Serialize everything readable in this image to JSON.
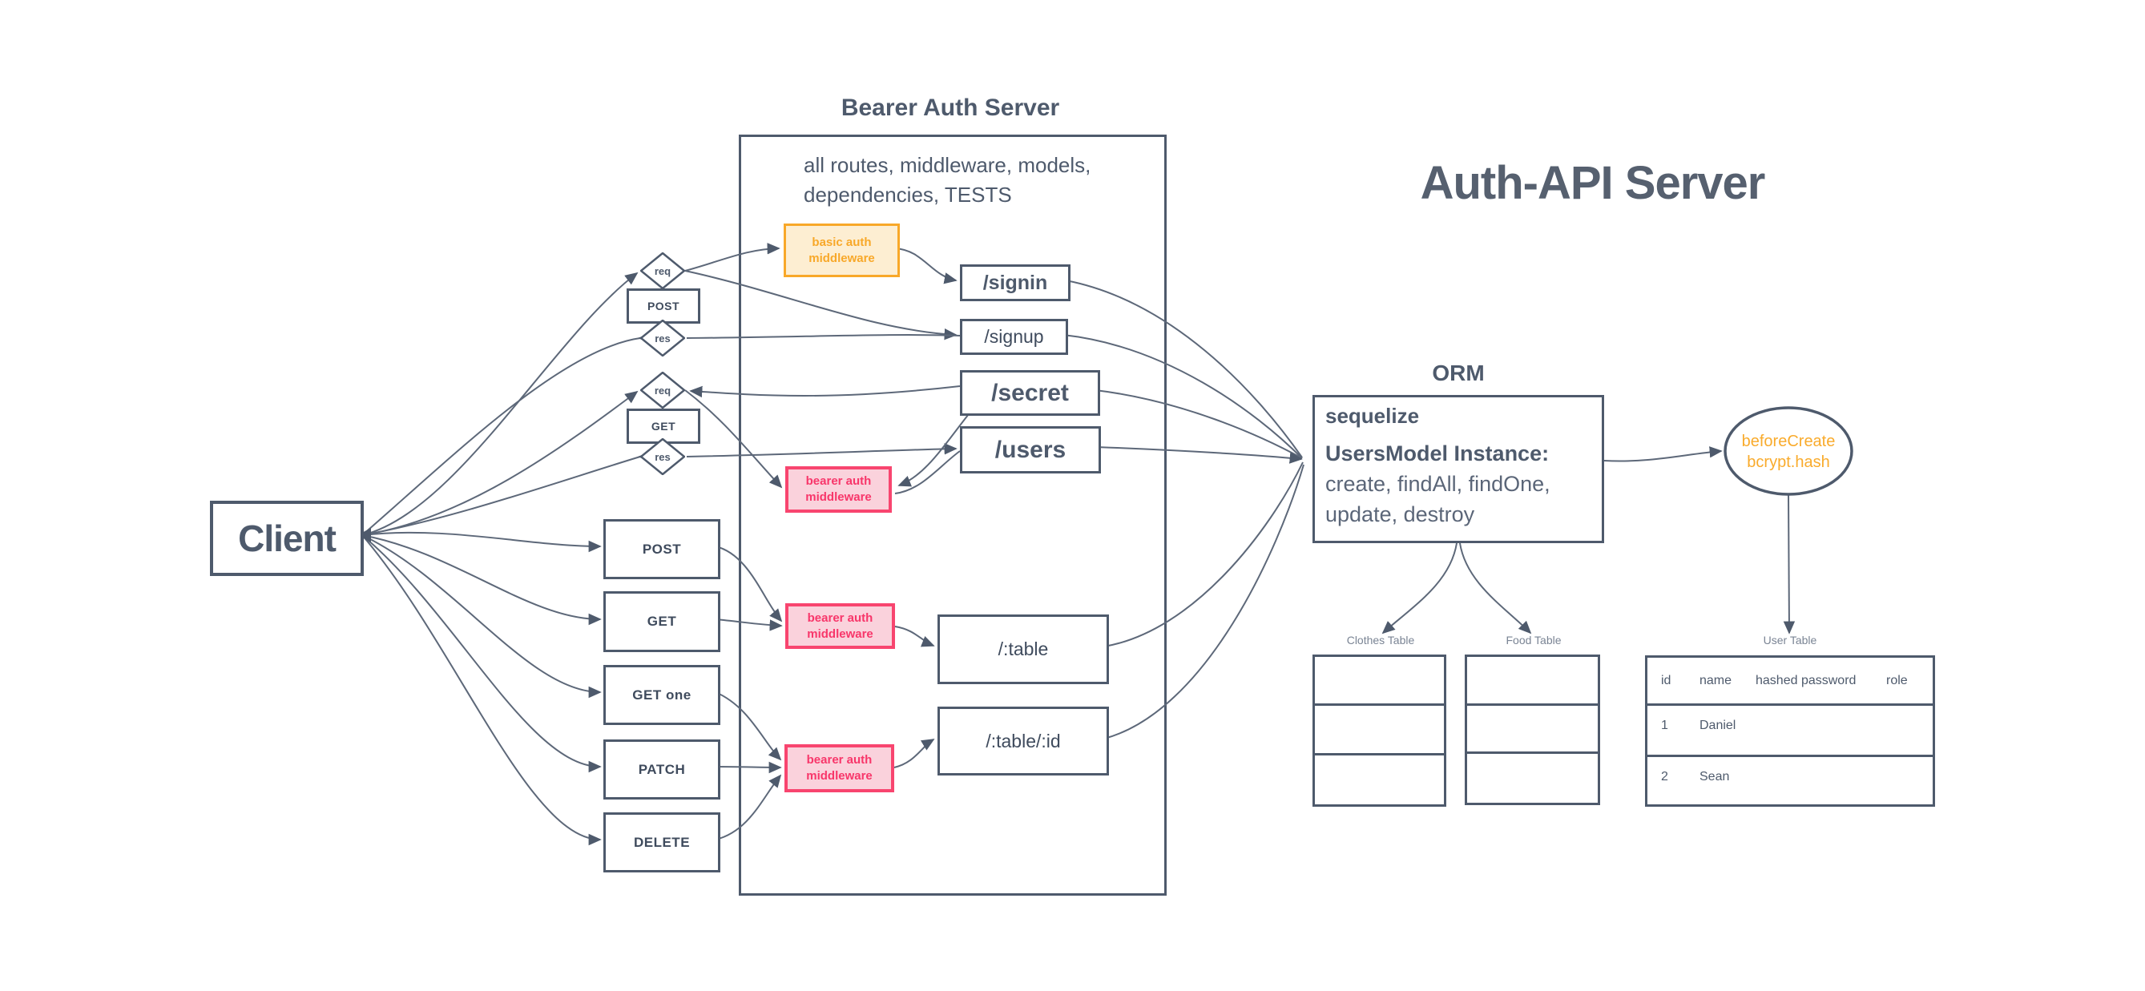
{
  "page_title": "Auth-API Server",
  "client": {
    "label": "Client"
  },
  "server_box": {
    "title": "Bearer Auth Server",
    "desc_line1": "all routes, middleware, models,",
    "desc_line2": "dependencies,  TESTS"
  },
  "flow_nodes": {
    "req": "req",
    "res": "res",
    "post_small": "POST",
    "get_small": "GET",
    "post": "POST",
    "get": "GET",
    "get_one": "GET one",
    "patch": "PATCH",
    "delete": "DELETE"
  },
  "middleware": {
    "basic_auth_line1": "basic auth",
    "basic_auth_line2": "middleware",
    "bearer_auth_line1": "bearer auth",
    "bearer_auth_line2": "middleware"
  },
  "routes": {
    "signin": "/signin",
    "signup": "/signup",
    "secret": "/secret",
    "users": "/users",
    "table": "/:table",
    "table_id": "/:table/:id"
  },
  "orm": {
    "label": "ORM",
    "engine": "sequelize",
    "instance_title": "UsersModel Instance:",
    "methods_line1": "create, findAll, findOne,",
    "methods_line2": "update, destroy"
  },
  "hook": {
    "line1": "beforeCreate",
    "line2": "bcrypt.hash"
  },
  "tables": {
    "clothes_label": "Clothes Table",
    "food_label": "Food Table",
    "user_label": "User Table",
    "user_headers": [
      "id",
      "name",
      "hashed password",
      "role"
    ],
    "user_rows": [
      {
        "id": "1",
        "name": "Daniel",
        "hashed_password": "",
        "role": ""
      },
      {
        "id": "2",
        "name": "Sean",
        "hashed_password": "",
        "role": ""
      }
    ]
  },
  "colors": {
    "slate": "#4e5a6c",
    "edge": "#5d6879",
    "orange": "#f8a829",
    "orange_fill": "#fdeed2",
    "pink": "#f8456f",
    "pink_fill": "#fad2dc"
  }
}
